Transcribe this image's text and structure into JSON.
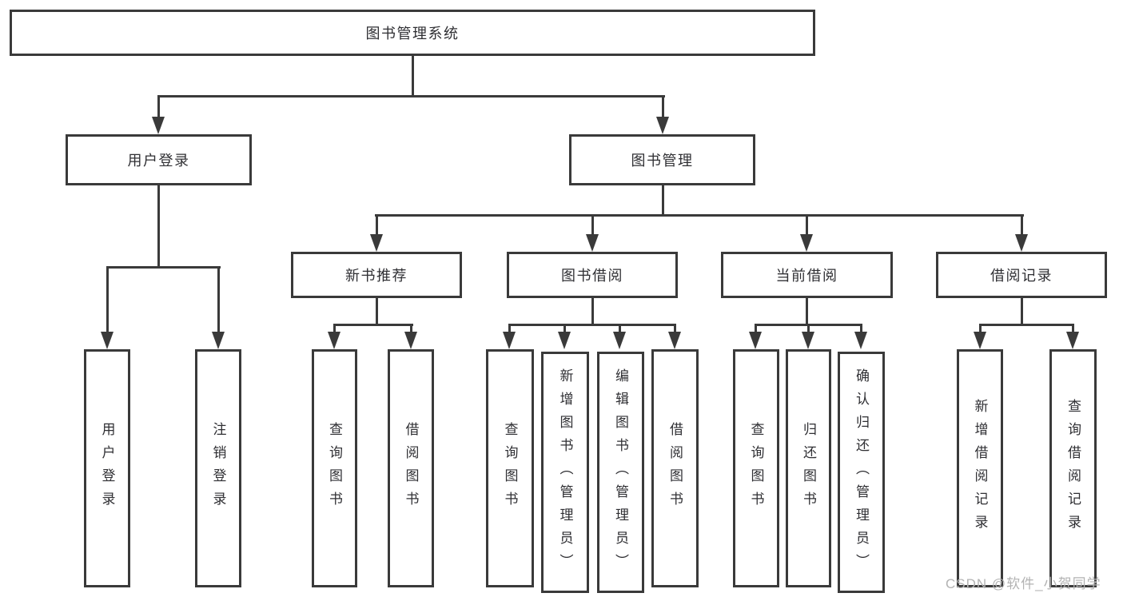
{
  "title": "图书管理系统",
  "level2": {
    "login": "用户登录",
    "mgmt": "图书管理"
  },
  "level3": {
    "rec": "新书推荐",
    "borrow": "图书借阅",
    "current": "当前借阅",
    "records": "借阅记录"
  },
  "leaves": {
    "user_login": "用户登录",
    "logout": "注销登录",
    "rec_query": "查询图书",
    "rec_borrow": "借阅图书",
    "bor_query": "查询图书",
    "bor_add": "新增图书（管理员）",
    "bor_edit": "编辑图书（管理员）",
    "bor_borrow": "借阅图书",
    "cur_query": "查询图书",
    "cur_return": "归还图书",
    "cur_confirm": "确认归还（管理员）",
    "rc_add": "新增借阅记录",
    "rc_query": "查询借阅记录"
  },
  "watermark": "CSDN @软件_小贺同学",
  "colors": {
    "line": "#3a3a3a",
    "text": "#2f2f33",
    "watermark": "#b3b3b3",
    "background": "#ffffff"
  }
}
